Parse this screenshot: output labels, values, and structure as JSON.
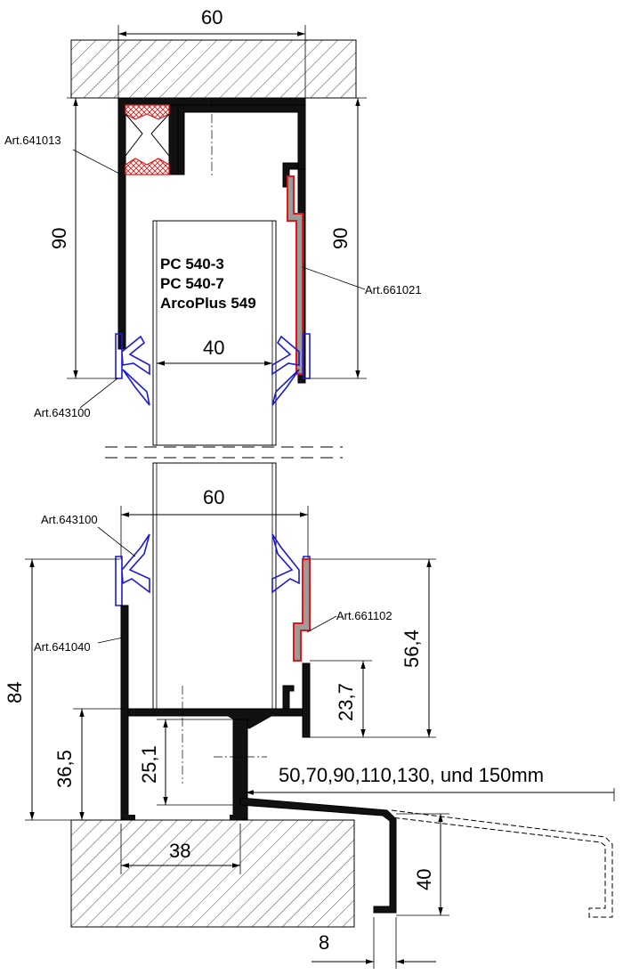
{
  "dimensions": {
    "top_width": "60",
    "left_top_height": "90",
    "right_top_height": "90",
    "panel_width": "40",
    "bottom_width": "60",
    "bottom_total_height": "84",
    "bottom_lower_height": "36,5",
    "right_lower_height": "56,4",
    "right_small_height": "23,7",
    "center_height": "25,1",
    "base_width": "38",
    "sill_lengths": "50,70,90,110,130, und 150mm",
    "sill_height": "40",
    "sill_thickness": "8"
  },
  "articles": {
    "top_left_seal": "Art.641013",
    "top_right_profile": "Art.661021",
    "top_glazing_seal": "Art.643100",
    "bottom_glazing_seal": "Art.643100",
    "bottom_left_profile": "Art.641040",
    "bottom_right_profile": "Art.661102"
  },
  "panels": [
    "PC 540-3",
    "PC 540-7",
    "ArcoPlus 549"
  ],
  "colors": {
    "profile": "#111111",
    "seal_red": "#e01818",
    "gasket_blue": "#1a1ad8",
    "cover_grey": "#9b9b9b"
  }
}
